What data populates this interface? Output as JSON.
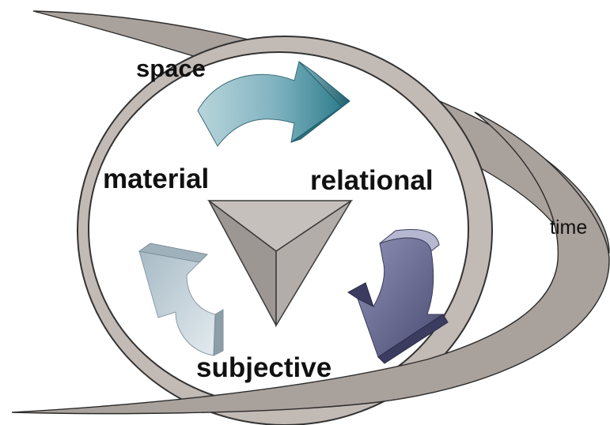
{
  "diagram": {
    "labels": {
      "space": "space",
      "material": "material",
      "relational": "relational",
      "subjective": "subjective",
      "time": "time"
    },
    "colors": {
      "ring_fill": "#c2bab5",
      "ring_stroke": "#3a3a3a",
      "time_band": "#a9a19c",
      "arrow_space": "#3e8c9b",
      "arrow_relational": "#595a83",
      "arrow_material": "#b5c6d0",
      "pyramid": "#9d9794"
    }
  }
}
